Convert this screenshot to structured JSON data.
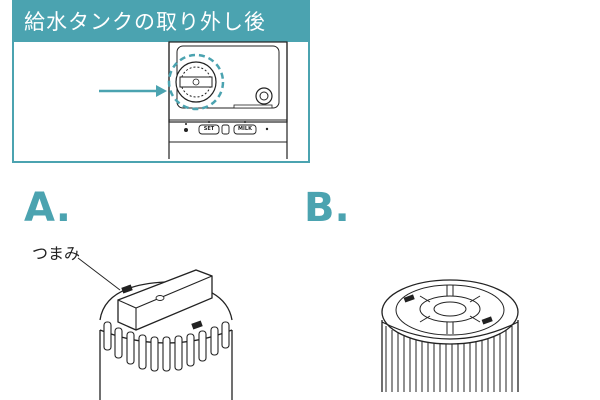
{
  "panel": {
    "title": "給水タンクの取り外し後",
    "buttons": [
      "SET",
      "MILK"
    ]
  },
  "sections": {
    "a_label": "A.",
    "b_label": "B.",
    "knob_callout": "つまみ"
  },
  "colors": {
    "accent": "#4ba3b0",
    "dashed_circle": "#4ba3b0",
    "arrow": "#4ba3b0",
    "line": "#222222"
  }
}
